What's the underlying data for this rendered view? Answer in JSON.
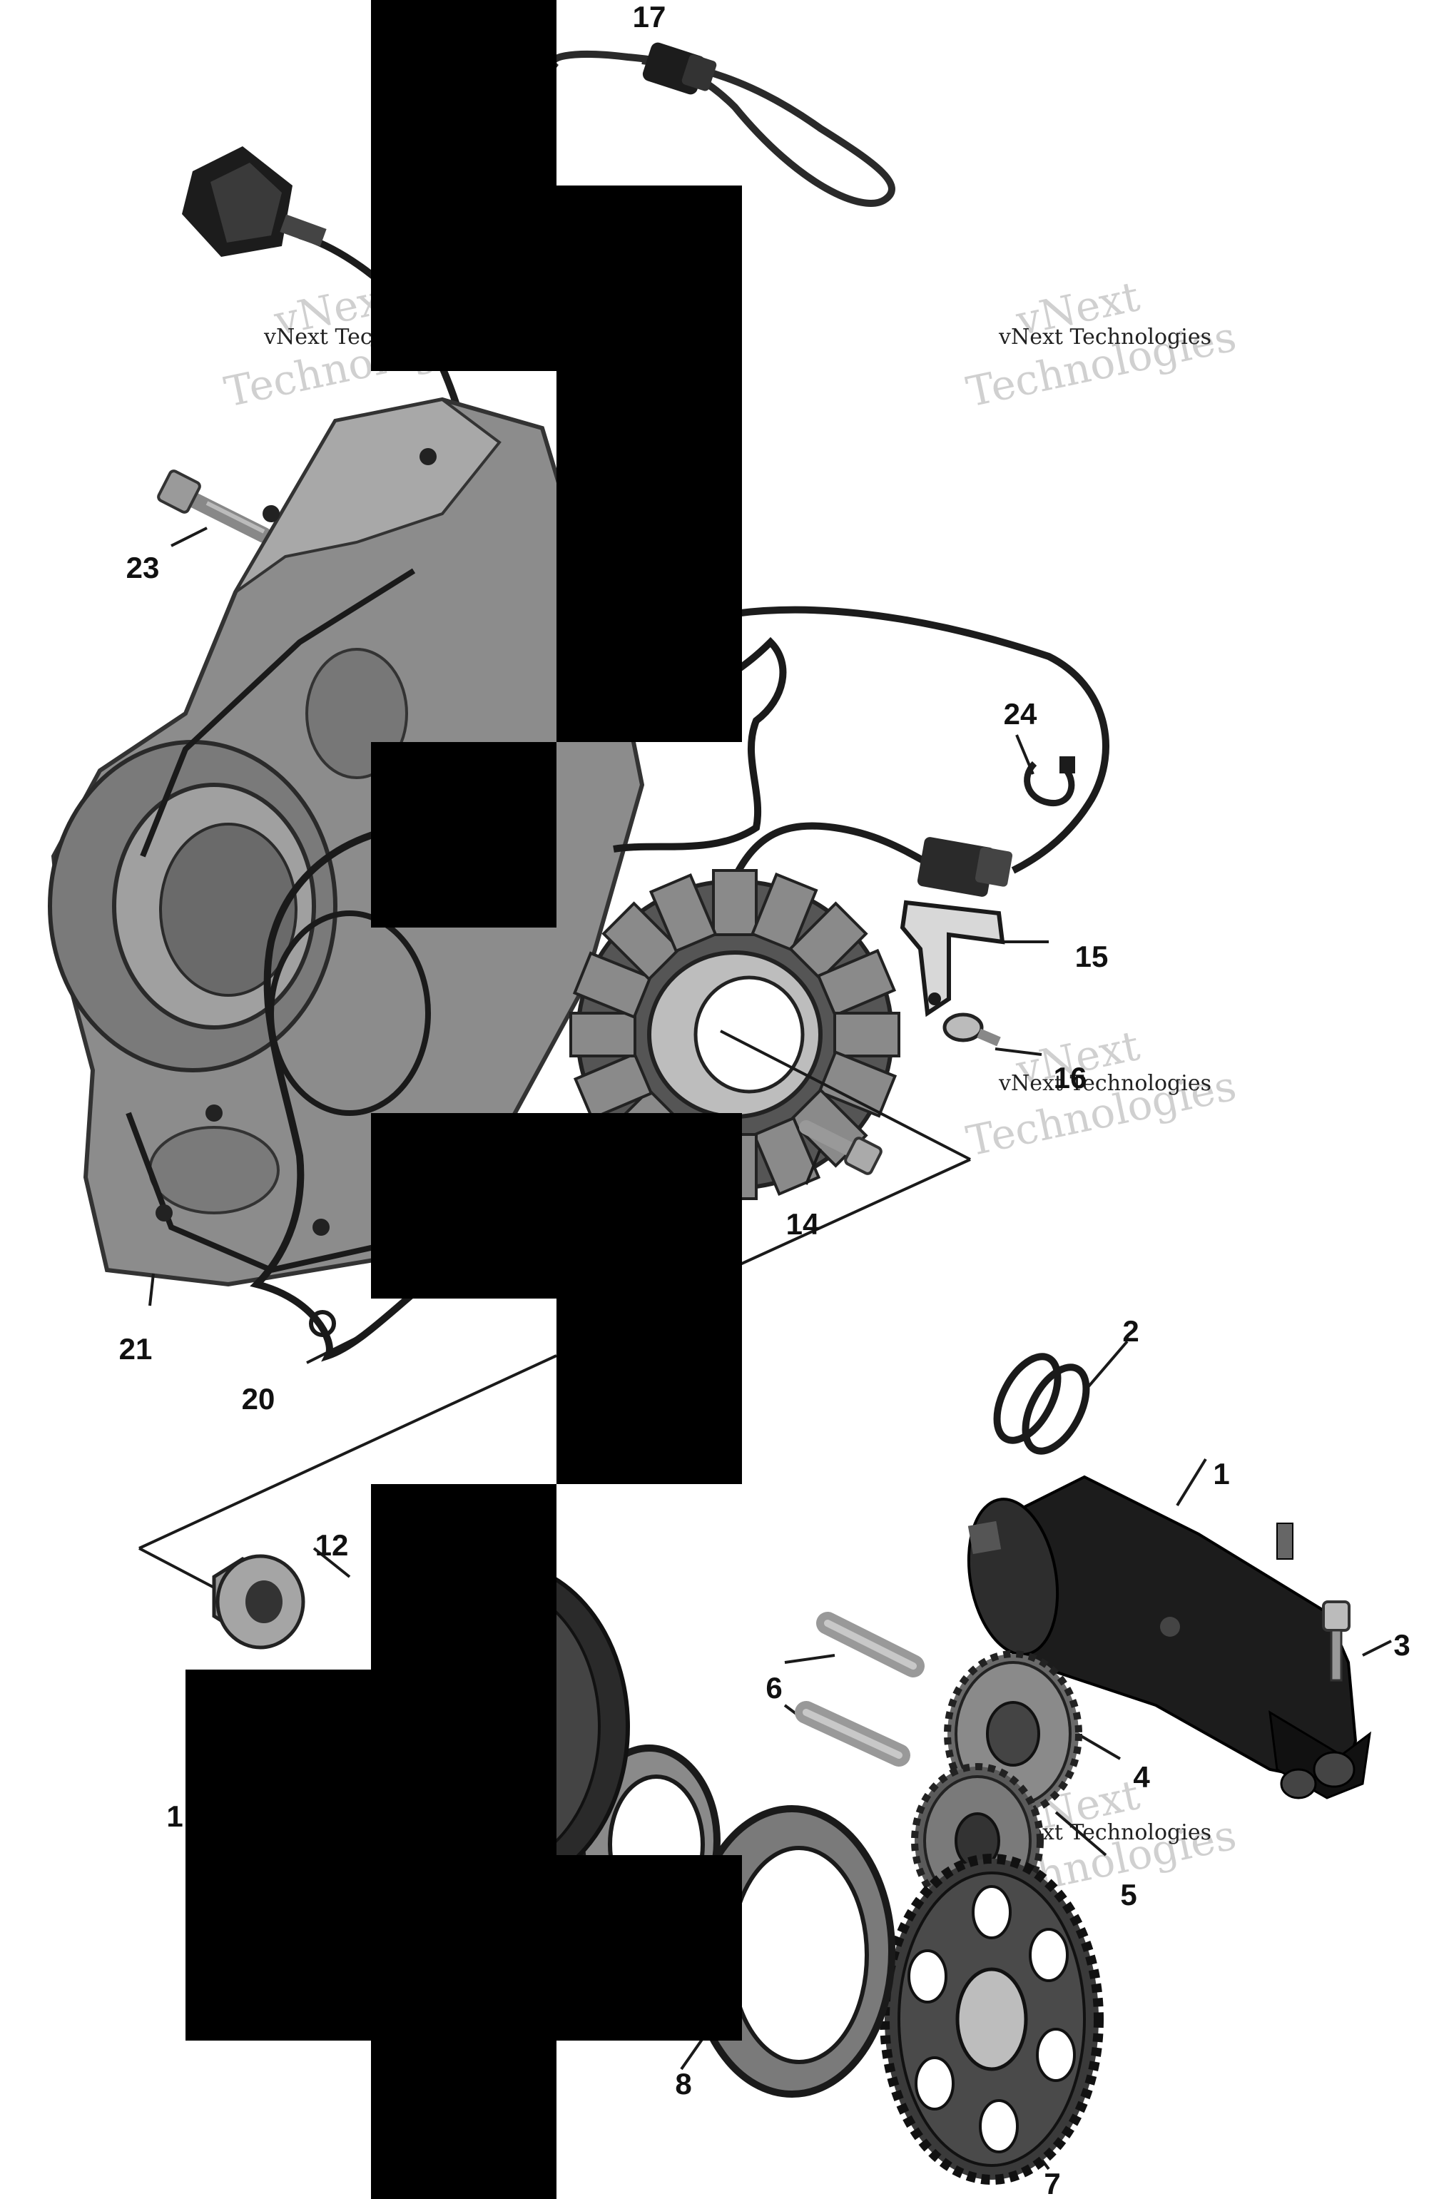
{
  "callouts": {
    "c1": "1",
    "c2": "2",
    "c3": "3",
    "c4": "4",
    "c5": "5",
    "c6": "6",
    "c7": "7",
    "c8": "8",
    "c11": "1",
    "c12": "12",
    "c14": "14",
    "c15": "15",
    "c16": "16",
    "c17": "17",
    "c20": "20",
    "c21": "21",
    "c23": "23",
    "c24": "24"
  },
  "watermark": {
    "small": "vNext Technologies",
    "large_a": "vNext",
    "large_b": "Technologies",
    "large_partial": "ologies"
  },
  "colors": {
    "part_dark": "#1c1c1c",
    "part_mid": "#7a7a7a",
    "part_light": "#a8a8a8",
    "redaction": "#000000"
  }
}
